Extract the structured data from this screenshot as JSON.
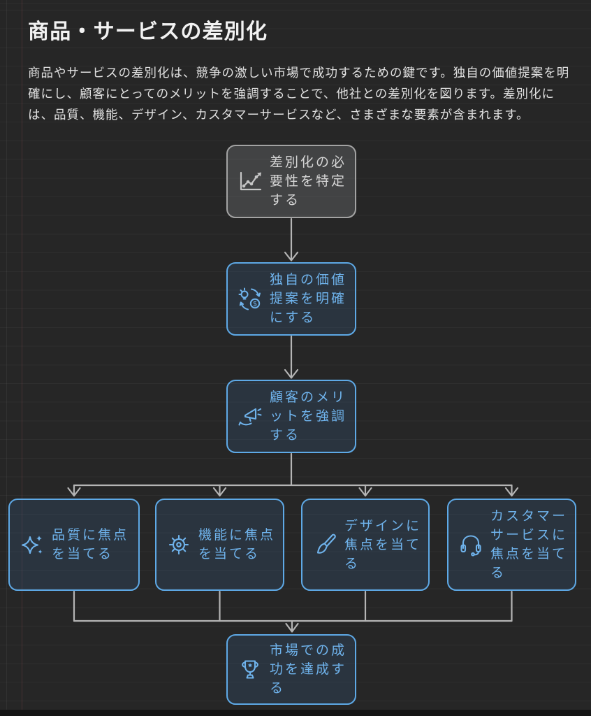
{
  "page": {
    "title": "商品・サービスの差別化",
    "description": "商品やサービスの差別化は、競争の激しい市場で成功するための鍵です。独自の価値提案を明確にし、顧客にとってのメリットを強調することで、他社との差別化を図ります。差別化には、品質、機能、デザイン、カスタマーサービスなど、さまざまな要素が含まれます。"
  },
  "colors": {
    "background": "#262626",
    "ruled_line": "#303030",
    "margin_line_red": "#4a3238",
    "accent_blue_border": "#5ea9e6",
    "accent_blue_text": "#6fb3ec",
    "blue_node_fill": "#2b3a4c",
    "gray_node_border": "#a3a3a3",
    "gray_node_text": "#d6d6d6",
    "connector_gray": "#b5b5b5",
    "title_text": "#f2f2f2",
    "body_text": "#e0e0e0"
  },
  "flowchart": {
    "nodes": [
      {
        "id": "identify",
        "label": "差別化の必要性を特定する",
        "icon": "line-chart-icon",
        "style": "gray"
      },
      {
        "id": "value",
        "label": "独自の価値提案を明確にする",
        "icon": "lightbulb-value-icon",
        "style": "blue"
      },
      {
        "id": "merit",
        "label": "顧客のメリットを強調する",
        "icon": "megaphone-hand-icon",
        "style": "blue"
      },
      {
        "id": "quality",
        "label": "品質に焦点を当てる",
        "icon": "sparkles-icon",
        "style": "blue"
      },
      {
        "id": "function",
        "label": "機能に焦点を当てる",
        "icon": "gear-icon",
        "style": "blue"
      },
      {
        "id": "design",
        "label": "デザインに焦点を当てる",
        "icon": "paintbrush-icon",
        "style": "blue"
      },
      {
        "id": "service",
        "label": "カスタマーサービスに焦点を当てる",
        "icon": "headset-icon",
        "style": "blue"
      },
      {
        "id": "success",
        "label": "市場での成功を達成する",
        "icon": "trophy-icon",
        "style": "blue"
      }
    ]
  }
}
